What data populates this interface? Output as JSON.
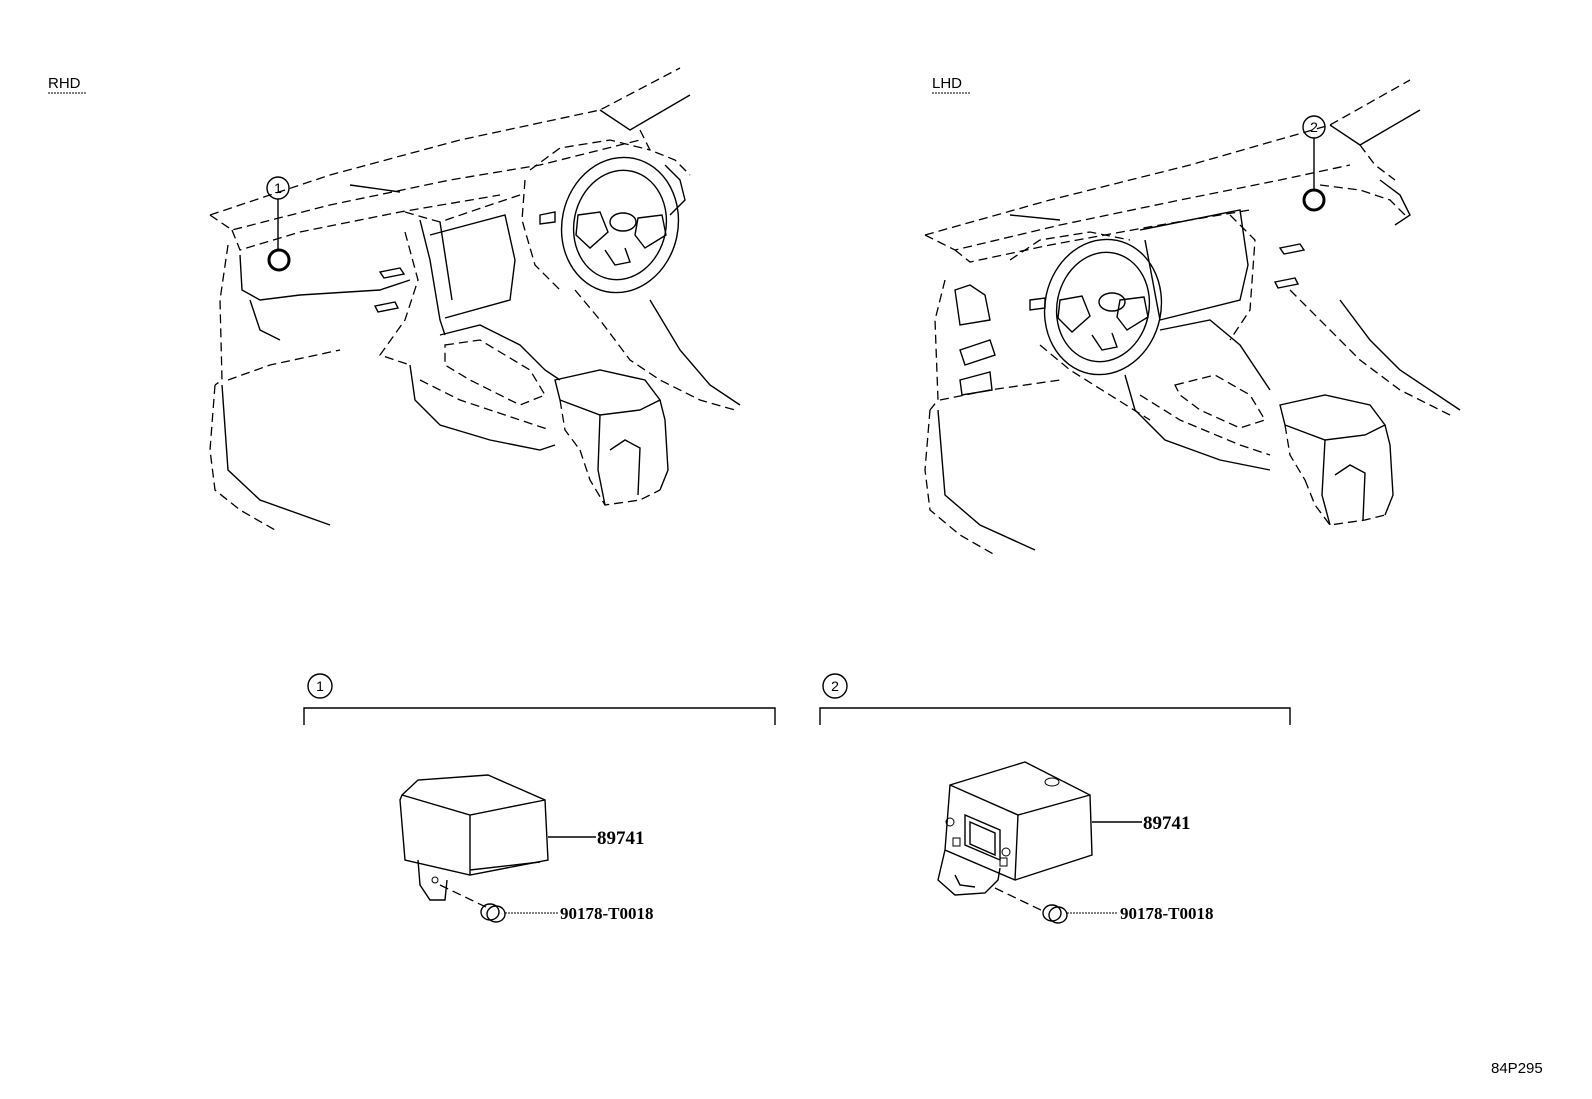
{
  "views": {
    "rhd": {
      "label": "RHD",
      "callout": "1"
    },
    "lhd": {
      "label": "LHD",
      "callout": "2"
    }
  },
  "groups": [
    {
      "callout": "1",
      "parts": [
        {
          "number": "89741"
        },
        {
          "number": "90178-T0018"
        }
      ]
    },
    {
      "callout": "2",
      "parts": [
        {
          "number": "89741"
        },
        {
          "number": "90178-T0018"
        }
      ]
    }
  ],
  "figure_code": "84P295"
}
